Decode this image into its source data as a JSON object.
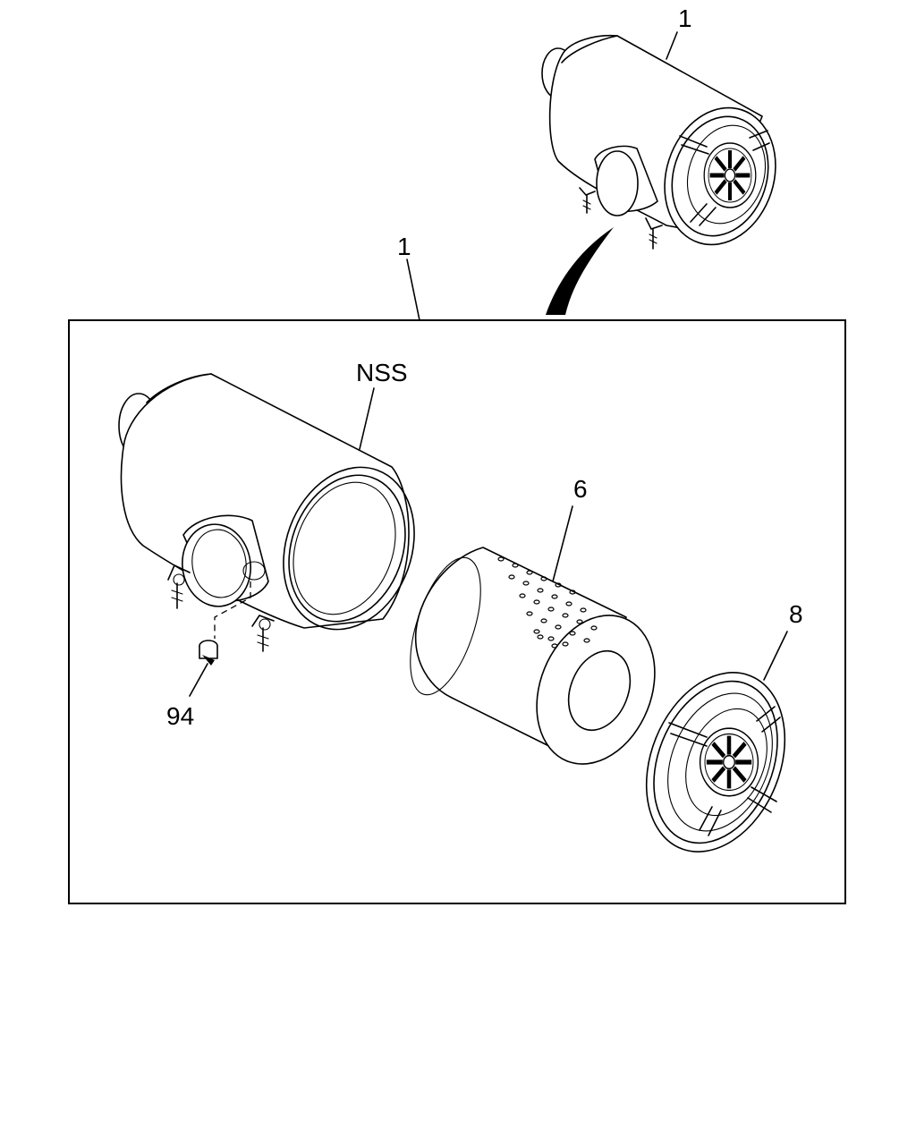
{
  "callouts": {
    "top_assembly": "1",
    "box_assembly": "1",
    "housing": "NSS",
    "element": "6",
    "cover": "8",
    "plug": "94"
  }
}
